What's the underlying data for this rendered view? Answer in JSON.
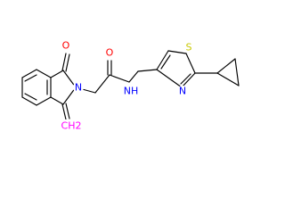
{
  "molecule": {
    "atoms": [
      {
        "id": "O1",
        "symbol": "O",
        "label": "O",
        "color": "#ff0000"
      },
      {
        "id": "N1",
        "symbol": "N",
        "label": "N",
        "color": "#0000ff"
      },
      {
        "id": "O2",
        "symbol": "O",
        "label": "O",
        "color": "#ff0000"
      },
      {
        "id": "N2",
        "symbol": "N",
        "label": "NH",
        "color": "#0000ff"
      },
      {
        "id": "S1",
        "symbol": "S",
        "label": "S",
        "color": "#c8c800"
      },
      {
        "id": "N3",
        "symbol": "N",
        "label": "N",
        "color": "#0000ff"
      },
      {
        "id": "CH2",
        "symbol": "C",
        "label": "CH2",
        "color": "#ff00ff"
      }
    ],
    "bond_color": "#000000"
  }
}
